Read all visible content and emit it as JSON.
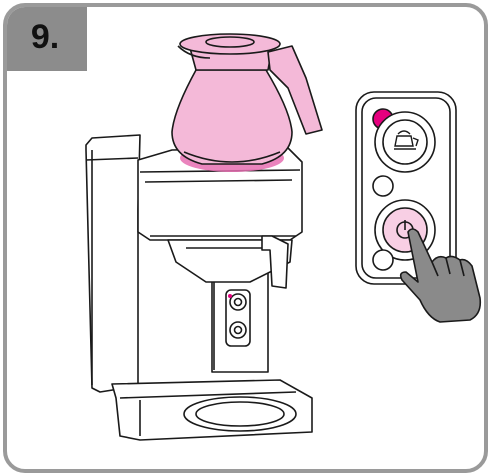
{
  "step": {
    "number_label": "9."
  },
  "colors": {
    "frame": "#9a9a9a",
    "badge": "#8c8c8c",
    "carafe_fill": "#f4b9d8",
    "carafe_hot": "#e66fb2",
    "indicator_on": "#e5007e",
    "hand": "#8a8a8a",
    "outline": "#1a1a1a"
  },
  "icons": {
    "carafe": "coffee-carafe-icon",
    "brew_button": "power-button-icon",
    "warmer_button": "pot-warmer-icon",
    "hand": "pointing-hand-icon",
    "indicator": "indicator-light-icon"
  },
  "state": {
    "warmer_indicator": "on",
    "brew_button": "pressed"
  }
}
